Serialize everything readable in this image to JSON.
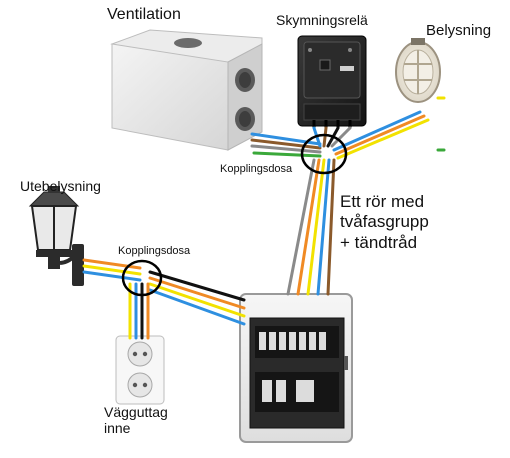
{
  "labels": {
    "ventilation": "Ventilation",
    "twilight_relay": "Skymningsrelä",
    "lighting": "Belysning",
    "outdoor_lighting": "Utebelysning",
    "junction_box_upper": "Kopplingsdosa",
    "junction_box_lower": "Kopplingsdosa",
    "pipe_line1": "Ett rör med",
    "pipe_line2": "tvåfasgrupp",
    "pipe_line3": "+ tändtråd",
    "socket_line1": "Vägguttag",
    "socket_line2": "inne"
  },
  "colors": {
    "wire_blue": "#2e8fe0",
    "wire_brown": "#8b5a2b",
    "wire_black": "#111111",
    "wire_grey": "#8a8a8a",
    "wire_orange": "#f08a24",
    "wire_yellow": "#f2e200",
    "wire_green": "#3aa83a",
    "circle": "#000000"
  },
  "icons": {
    "ventilation": "ventilation-unit-icon",
    "relay": "twilight-relay-icon",
    "lamp": "bulkhead-lamp-icon",
    "outdoor_lamp": "wall-lantern-icon",
    "socket": "double-wall-socket-icon",
    "panel": "distribution-board-icon"
  }
}
